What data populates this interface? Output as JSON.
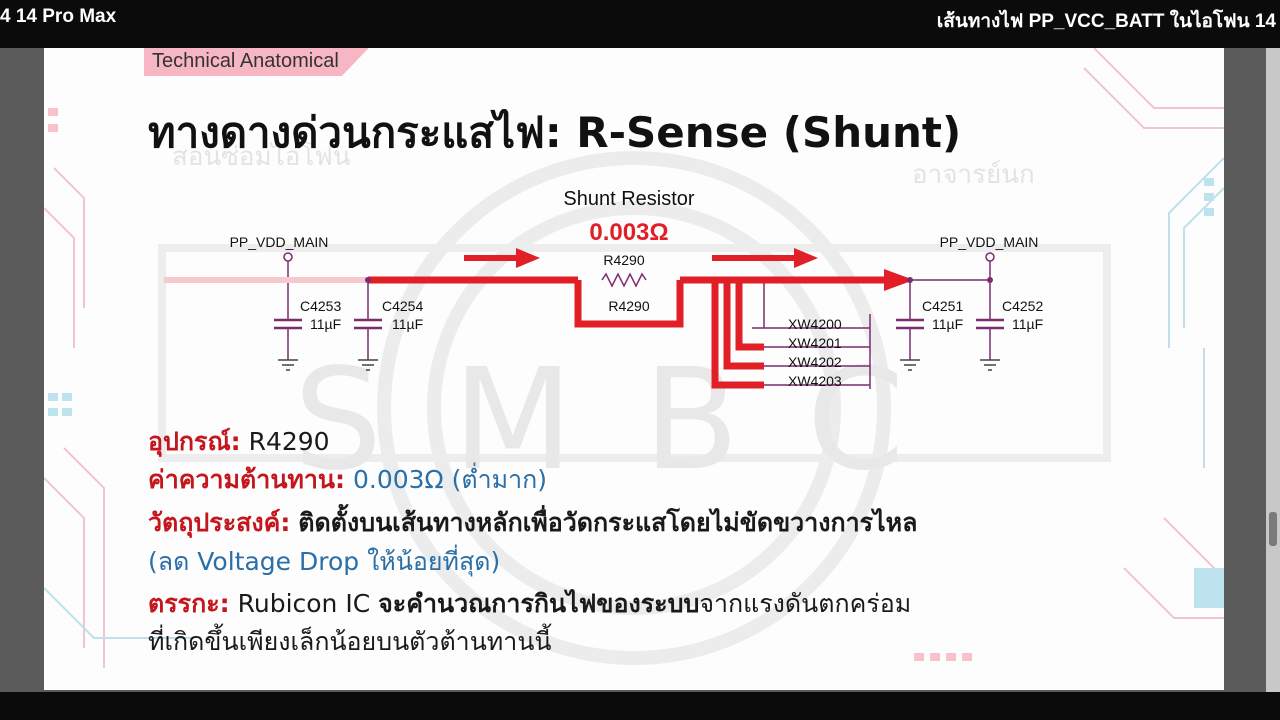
{
  "topbar": {
    "left_title": "4  14 Pro Max",
    "right_title": "เส้นทางไฟ PP_VCC_BATT ในไอโฟน 14"
  },
  "slide": {
    "tag": "Technical Anatomical",
    "title": "ทางดางด่วนกระแสไฟ: R-Sense (Shunt)",
    "watermark_left": "สอนซ่อมไอโฟน",
    "watermark_right": "อาจารย์นก",
    "watermark_center": "SMBC"
  },
  "schematic": {
    "shunt_label": "Shunt Resistor",
    "shunt_value": "0.003Ω",
    "left_net": "PP_VDD_MAIN",
    "right_net": "PP_VDD_MAIN",
    "resistor_top": "R4290",
    "resistor_bottom": "R4290",
    "caps": [
      {
        "name": "C4253",
        "value": "11µF"
      },
      {
        "name": "C4254",
        "value": "11µF"
      },
      {
        "name": "C4251",
        "value": "11µF"
      },
      {
        "name": "C4252",
        "value": "11µF"
      }
    ],
    "test_points": [
      "XW4200",
      "XW4201",
      "XW4202",
      "XW4203"
    ]
  },
  "info": {
    "device_label": "อุปกรณ์:",
    "device_value": "R4290",
    "resistance_label": "ค่าความต้านทาน:",
    "resistance_value": "0.003Ω (ต่ำมาก)",
    "purpose_label": "วัตถุประสงค์:",
    "purpose_value": "ติดตั้งบนเส้นทางหลักเพื่อวัดกระแสโดยไม่ขัดขวางการไหล",
    "purpose_note": "(ลด Voltage Drop ให้น้อยที่สุด)",
    "logic_label": "ตรรกะ:",
    "logic_value_a": "Rubicon IC",
    "logic_value_b": "จะคำนวณการกินไฟของระบบ",
    "logic_value_c": "จากแรงดันตกคร่อม",
    "logic_value_d": "ที่เกิดขึ้นเพียงเล็กน้อยบนตัวต้านทานนี้"
  },
  "colors": {
    "accent_red": "#c4161c",
    "accent_blue": "#2a6fa8",
    "tag_pink": "#f7b6c4"
  }
}
